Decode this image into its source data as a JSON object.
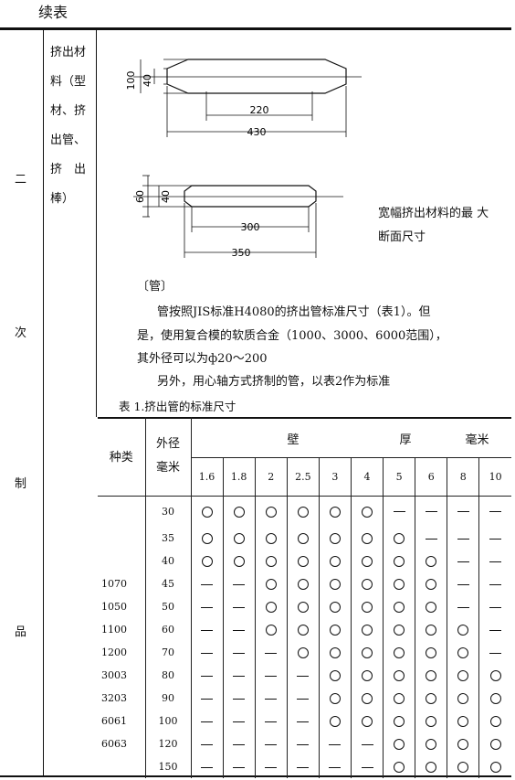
{
  "continued_label": "续表",
  "side_labels": [
    "二",
    "次",
    "制",
    "品"
  ],
  "material_label": [
    "挤出材",
    "料（型",
    "材、挤",
    "出管、",
    "挤　出",
    "棒）"
  ],
  "figure1": {
    "h_outer": "100",
    "h_inner": "40",
    "w_inner": "220",
    "w_outer": "430"
  },
  "figure2": {
    "h_outer": "60",
    "h_inner": "40",
    "w_inner": "300",
    "w_outer": "350"
  },
  "figure_note": [
    "宽幅挤出材料的最 大",
    "断面尺寸"
  ],
  "section_heading": "〔管〕",
  "paragraph1": [
    "管按照JIS标准H4080的挤出管标准尺寸（表1）。但",
    "是，使用复合模的软质合金（1000、3000、6000范围），",
    "其外径可以为ф20～200"
  ],
  "paragraph2": "另外，用心轴方式挤制的管，以表2作为标准",
  "table_caption": "表 1.挤出管的标准尺寸",
  "table": {
    "col_type": "种类",
    "col_od": [
      "外径",
      "毫米"
    ],
    "wall_label": [
      "壁",
      "厚",
      "毫米"
    ],
    "thickness": [
      "1.6",
      "1.8",
      "2",
      "2.5",
      "3",
      "4",
      "5",
      "6",
      "8",
      "10"
    ],
    "alloys": [
      "1070",
      "1050",
      "1100",
      "1200",
      "3003",
      "3203",
      "6061",
      "6063"
    ],
    "rows": [
      {
        "od": "30",
        "v": "OOOOOO----"
      },
      {
        "od": "35",
        "v": "OOOOOOO---"
      },
      {
        "od": "40",
        "v": "OOOOOOOO--"
      },
      {
        "od": "45",
        "v": "--OOOOOO--"
      },
      {
        "od": "50",
        "v": "--OOOOOO--"
      },
      {
        "od": "60",
        "v": "--OOOOOOO-"
      },
      {
        "od": "70",
        "v": "---OOOOOO-"
      },
      {
        "od": "80",
        "v": "----OOOOOO"
      },
      {
        "od": "90",
        "v": "----OOOOOO"
      },
      {
        "od": "100",
        "v": "----OOOOOO"
      },
      {
        "od": "120",
        "v": "------OOOO"
      },
      {
        "od": "150",
        "v": "------OOOO"
      }
    ]
  }
}
